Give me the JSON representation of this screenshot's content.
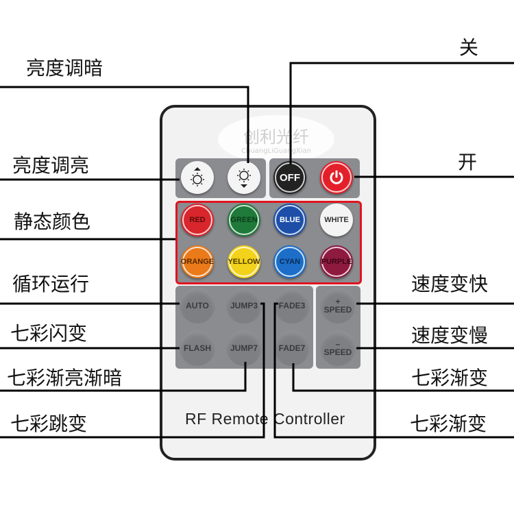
{
  "labels": {
    "brightness_down": "亮度调暗",
    "off": "关",
    "brightness_up": "亮度调亮",
    "on": "开",
    "static_color": "静态颜色",
    "auto_cycle": "循环运行",
    "speed_up": "速度变快",
    "flash": "七彩闪变",
    "speed_down": "速度变慢",
    "fade7_dim": "七彩渐亮渐暗",
    "fade_a": "七彩渐变",
    "jump": "七彩跳变",
    "fade_b": "七彩渐变"
  },
  "remote": {
    "watermark_cn": "创利光纤",
    "watermark_py": "ChuangLiGuangXian",
    "off_label": "OFF",
    "colors": [
      {
        "label": "RED",
        "color": "#d8262c",
        "text": "#5a0a0a"
      },
      {
        "label": "GREEN",
        "color": "#1f7a3a",
        "text": "#0e3b1a"
      },
      {
        "label": "BLUE",
        "color": "#1d4fa8",
        "text": "#ffffff"
      },
      {
        "label": "WHITE",
        "color": "#f4f4f4",
        "text": "#333333"
      },
      {
        "label": "ORANGE",
        "color": "#ea7a1a",
        "text": "#5a2a00"
      },
      {
        "label": "YELLOW",
        "color": "#f2d21a",
        "text": "#4a3a00"
      },
      {
        "label": "CYAN",
        "color": "#1c6ec8",
        "text": "#0a2a55"
      },
      {
        "label": "PURPLE",
        "color": "#8e1a40",
        "text": "#3a0515"
      }
    ],
    "modes": [
      "AUTO",
      "JUMP3",
      "FADE3",
      "FLASH",
      "JUMP7",
      "FADE7"
    ],
    "speed_plus": "+",
    "speed_minus": "–",
    "speed": "SPEED",
    "footer": "RF Remote Controller"
  }
}
